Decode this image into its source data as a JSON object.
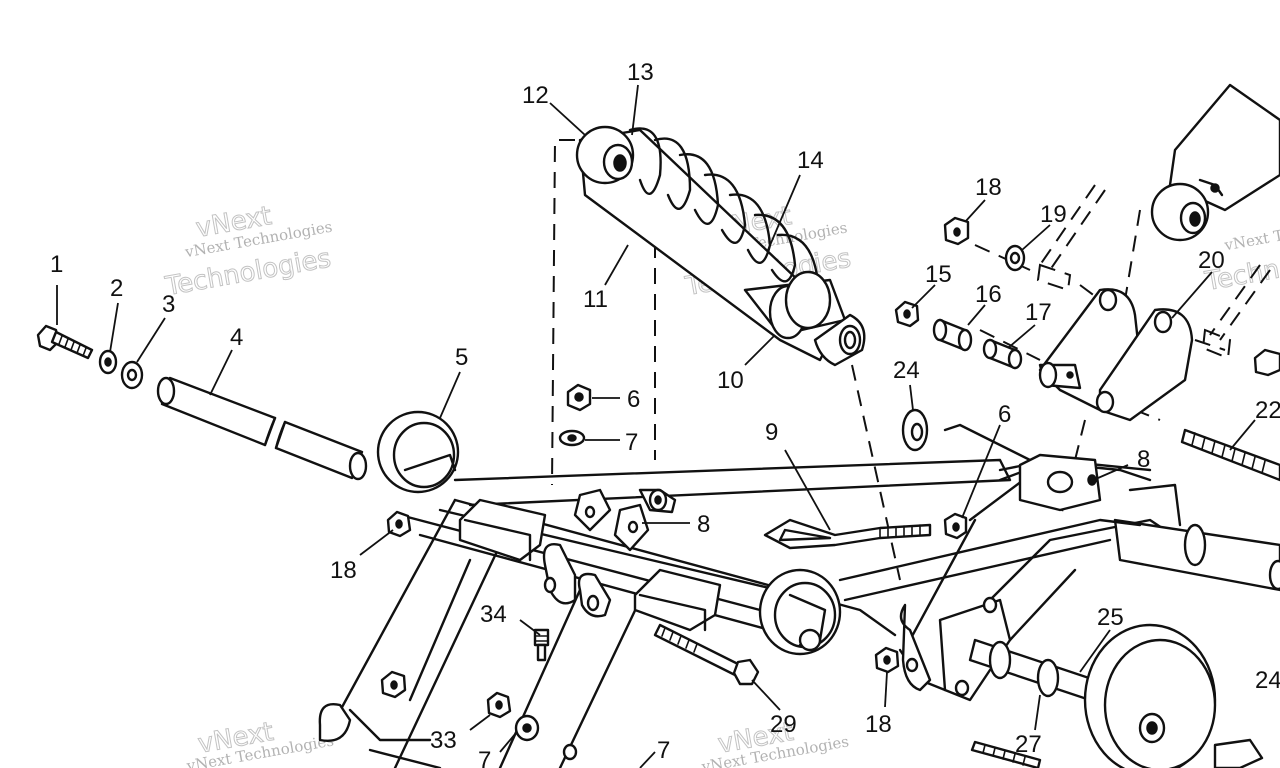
{
  "callouts": [
    {
      "id": "c1",
      "text": "1"
    },
    {
      "id": "c2",
      "text": "2"
    },
    {
      "id": "c3",
      "text": "3"
    },
    {
      "id": "c4",
      "text": "4"
    },
    {
      "id": "c5",
      "text": "5"
    },
    {
      "id": "c6a",
      "text": "6"
    },
    {
      "id": "c6b",
      "text": "6"
    },
    {
      "id": "c7a",
      "text": "7"
    },
    {
      "id": "c7b",
      "text": "7"
    },
    {
      "id": "c7c",
      "text": "7"
    },
    {
      "id": "c8a",
      "text": "8"
    },
    {
      "id": "c8b",
      "text": "8"
    },
    {
      "id": "c9",
      "text": "9"
    },
    {
      "id": "c10",
      "text": "10"
    },
    {
      "id": "c11",
      "text": "11"
    },
    {
      "id": "c12",
      "text": "12"
    },
    {
      "id": "c13",
      "text": "13"
    },
    {
      "id": "c14",
      "text": "14"
    },
    {
      "id": "c15",
      "text": "15"
    },
    {
      "id": "c16",
      "text": "16"
    },
    {
      "id": "c17",
      "text": "17"
    },
    {
      "id": "c18a",
      "text": "18"
    },
    {
      "id": "c18b",
      "text": "18"
    },
    {
      "id": "c18c",
      "text": "18"
    },
    {
      "id": "c19",
      "text": "19"
    },
    {
      "id": "c20",
      "text": "20"
    },
    {
      "id": "c22",
      "text": "22"
    },
    {
      "id": "c24a",
      "text": "24"
    },
    {
      "id": "c24b",
      "text": "24"
    },
    {
      "id": "c25",
      "text": "25"
    },
    {
      "id": "c27",
      "text": "27"
    },
    {
      "id": "c29",
      "text": "29"
    },
    {
      "id": "c33",
      "text": "33"
    },
    {
      "id": "c34",
      "text": "34"
    }
  ],
  "watermark": {
    "brand": "vNext",
    "company": "vNext Technologies",
    "word": "Technologies",
    "company_partial": "vNext Te"
  }
}
